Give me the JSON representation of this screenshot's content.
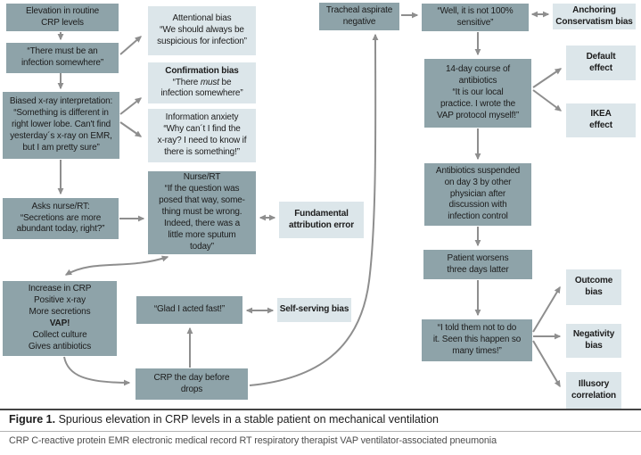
{
  "colors": {
    "dark_box": "#8ea3a9",
    "light_box": "#dce6ea",
    "arrow": "#8e8e8e",
    "text": "#1c1c1c"
  },
  "figure": {
    "caption_label": "Figure 1.",
    "caption_text": " Spurious elevation in CRP levels in a stable patient on mechanical ventilation",
    "footnote": "CRP C-reactive protein EMR electronic medical record RT respiratory therapist VAP ventilator-associated pneumonia"
  },
  "nodes": {
    "elevation": {
      "l1": "Elevation in routine",
      "l2": "CRP levels"
    },
    "must_infection": {
      "l1": "“There must be an",
      "l2": "infection somewhere”"
    },
    "biased_xray": {
      "l1": "Biased x-ray interpretation:",
      "l2": "“Something is different in",
      "l3": "right lower lobe. Can't find",
      "l4": "yesterday´s x-ray on EMR,",
      "l5": "but I am pretty sure”"
    },
    "asks_nurse": {
      "l1": "Asks nurse/RT:",
      "l2": "“Secretions are more",
      "l3": "abundant today, right?”"
    },
    "increase": {
      "l1": "Increase in CRP",
      "l2": "Positive x-ray",
      "l3": "More secretions",
      "l4": "VAP!",
      "l5": "Collect culture",
      "l6": "Gives antibiotics"
    },
    "attentional": {
      "l1": "Attentional bias",
      "l2": "“We should always be",
      "l3": "suspicious for infection”"
    },
    "confirmation": {
      "l1": "Confirmation bias",
      "l2a": "“There ",
      "l2b": "must",
      "l2c": " be",
      "l3": "infection somewhere”"
    },
    "info_anxiety": {
      "l1": "Information anxiety",
      "l2": "“Why can´t I find the",
      "l3": "x-ray? I need to know if",
      "l4": "there is something!”"
    },
    "nurse_rt": {
      "l1": "Nurse/RT",
      "l2": "“If the question was",
      "l3": "posed that way, some-",
      "l4": "thing must be wrong.",
      "l5": "Indeed, there was a",
      "l6": "little more sputum",
      "l7": "today”"
    },
    "fundamental": {
      "l1": "Fundamental",
      "l2": "attribution error"
    },
    "glad": {
      "l1": "“Glad I acted fast!”"
    },
    "selfserving": {
      "l1": "Self-serving bias"
    },
    "crp_drops": {
      "l1": "CRP the day before",
      "l2": "drops"
    },
    "tracheal": {
      "l1": "Tracheal aspirate",
      "l2": "negative"
    },
    "well": {
      "l1": "“Well, it is not 100%",
      "l2": "sensitive”"
    },
    "course14": {
      "l1": "14-day course of",
      "l2": "antibiotics",
      "l3": "“It is our local",
      "l4": "practice. I wrote the",
      "l5": "VAP protocol myself!”"
    },
    "suspended": {
      "l1": "Antibiotics suspended",
      "l2": "on day 3 by other",
      "l3": "physician after",
      "l4": "discussion with",
      "l5": "infection control"
    },
    "worsens": {
      "l1": "Patient worsens",
      "l2": "three days latter"
    },
    "told": {
      "l1": "“I told them not to do",
      "l2": "it. Seen this happen so",
      "l3": "many times!”"
    },
    "anchoring": {
      "l1": "Anchoring",
      "l2": "Conservatism bias"
    },
    "default_eff": {
      "l1": "Default",
      "l2": "effect"
    },
    "ikea": {
      "l1": "IKEA",
      "l2": "effect"
    },
    "outcome": {
      "l1": "Outcome",
      "l2": "bias"
    },
    "negativity": {
      "l1": "Negativity",
      "l2": "bias"
    },
    "illusory": {
      "l1": "Illusory",
      "l2": "correlation"
    }
  }
}
